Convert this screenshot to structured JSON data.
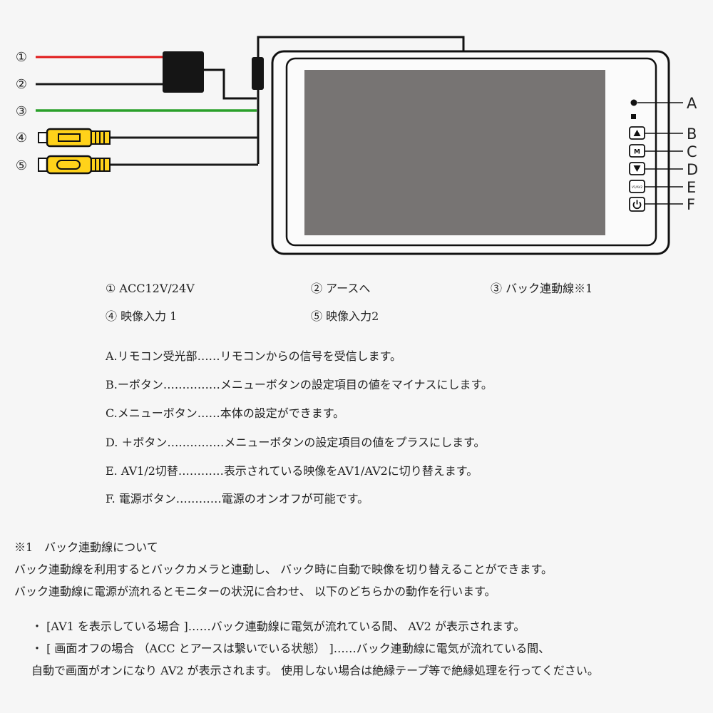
{
  "wires": [
    {
      "num": "①",
      "color": "#e01818"
    },
    {
      "num": "②",
      "color": "#1a1a1a"
    },
    {
      "num": "③",
      "color": "#2aa02a"
    },
    {
      "num": "④",
      "color": "#1a1a1a"
    },
    {
      "num": "⑤",
      "color": "#1a1a1a"
    }
  ],
  "rca_color": "#ffd21a",
  "screen_color": "#777473",
  "buttons": [
    {
      "letter": "A",
      "icon": "sensor-dot-icon"
    },
    {
      "letter": "B",
      "icon": "triangle-up-icon"
    },
    {
      "letter": "C",
      "icon": "m-icon",
      "text": "M"
    },
    {
      "letter": "D",
      "icon": "triangle-down-icon"
    },
    {
      "letter": "E",
      "icon": "v1v2-icon",
      "text": "V1/AV2"
    },
    {
      "letter": "F",
      "icon": "power-icon"
    }
  ],
  "legend": {
    "item1": "① ACC12V/24V",
    "item2": "② アースへ",
    "item3": "③ バック連動線※1",
    "item4": "④ 映像入力 1",
    "item5": "⑤ 映像入力2"
  },
  "descriptions": [
    "A.リモコン受光部……リモコンからの信号を受信します。",
    "B.ーボタン……………メニューボタンの設定項目の値をマイナスにします。",
    "C.メニューボタン……本体の設定ができます。",
    "D. ＋ボタン……………メニューボタンの設定項目の値をプラスにします。",
    "E. AV1/2切替…………表示されている映像をAV1/AV2に切り替えます。",
    "F. 電源ボタン…………電源のオンオフが可能です。"
  ],
  "note": {
    "heading": "※1　バック連動線について",
    "line1": "バック連動線を利用するとバックカメラと連動し、 バック時に自動で映像を切り替えることができます。",
    "line2": "バック連動線に電源が流れるとモニターの状況に合わせ、 以下のどちらかの動作を行います。",
    "bullet1": "・ [AV1 を表示している場合 ]……バック連動線に電気が流れている間、 AV2 が表示されます。",
    "bullet2": "・ [ 画面オフの場合 （ACC とアースは繋いでいる状態） ]……バック連動線に電気が流れている間、",
    "bullet2b": "自動で画面がオンになり AV2 が表示されます。 使用しない場合は絶縁テープ等で絶縁処理を行ってください。"
  }
}
